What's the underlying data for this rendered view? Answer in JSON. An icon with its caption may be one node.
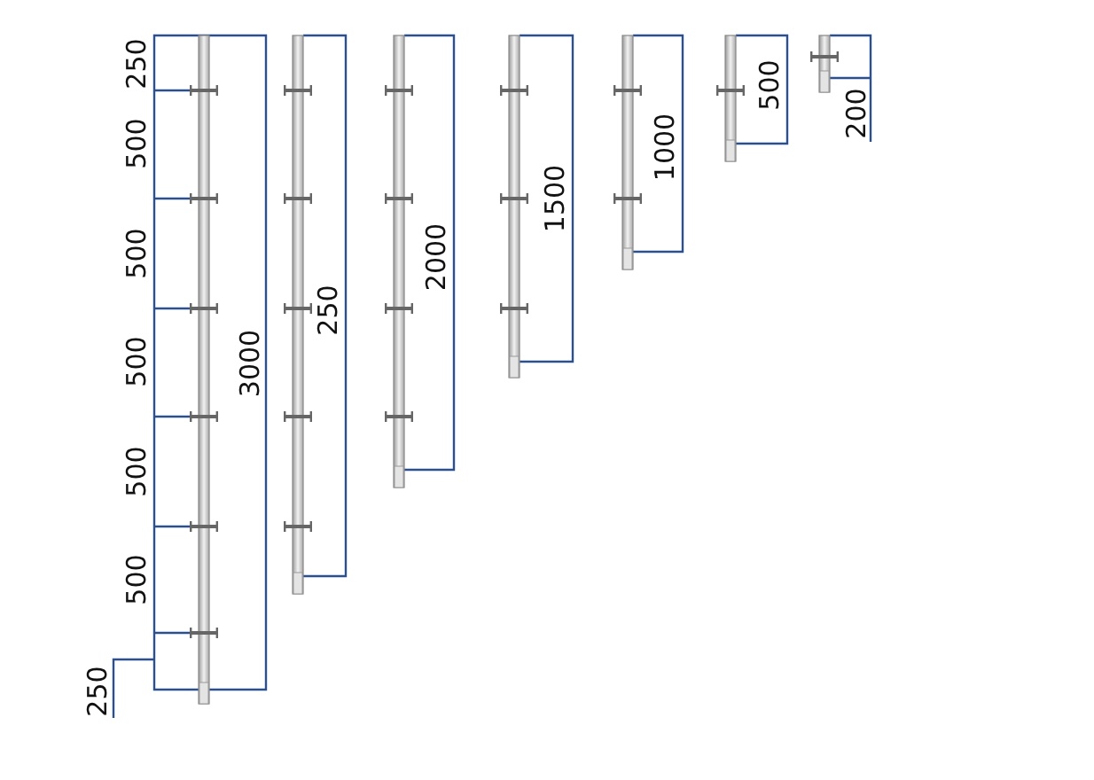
{
  "diagram": {
    "labels": [
      "250",
      "500",
      "500",
      "500",
      "500",
      "500",
      "250",
      "3000",
      "250",
      "2000",
      "1500",
      "1000",
      "500",
      "200"
    ]
  }
}
